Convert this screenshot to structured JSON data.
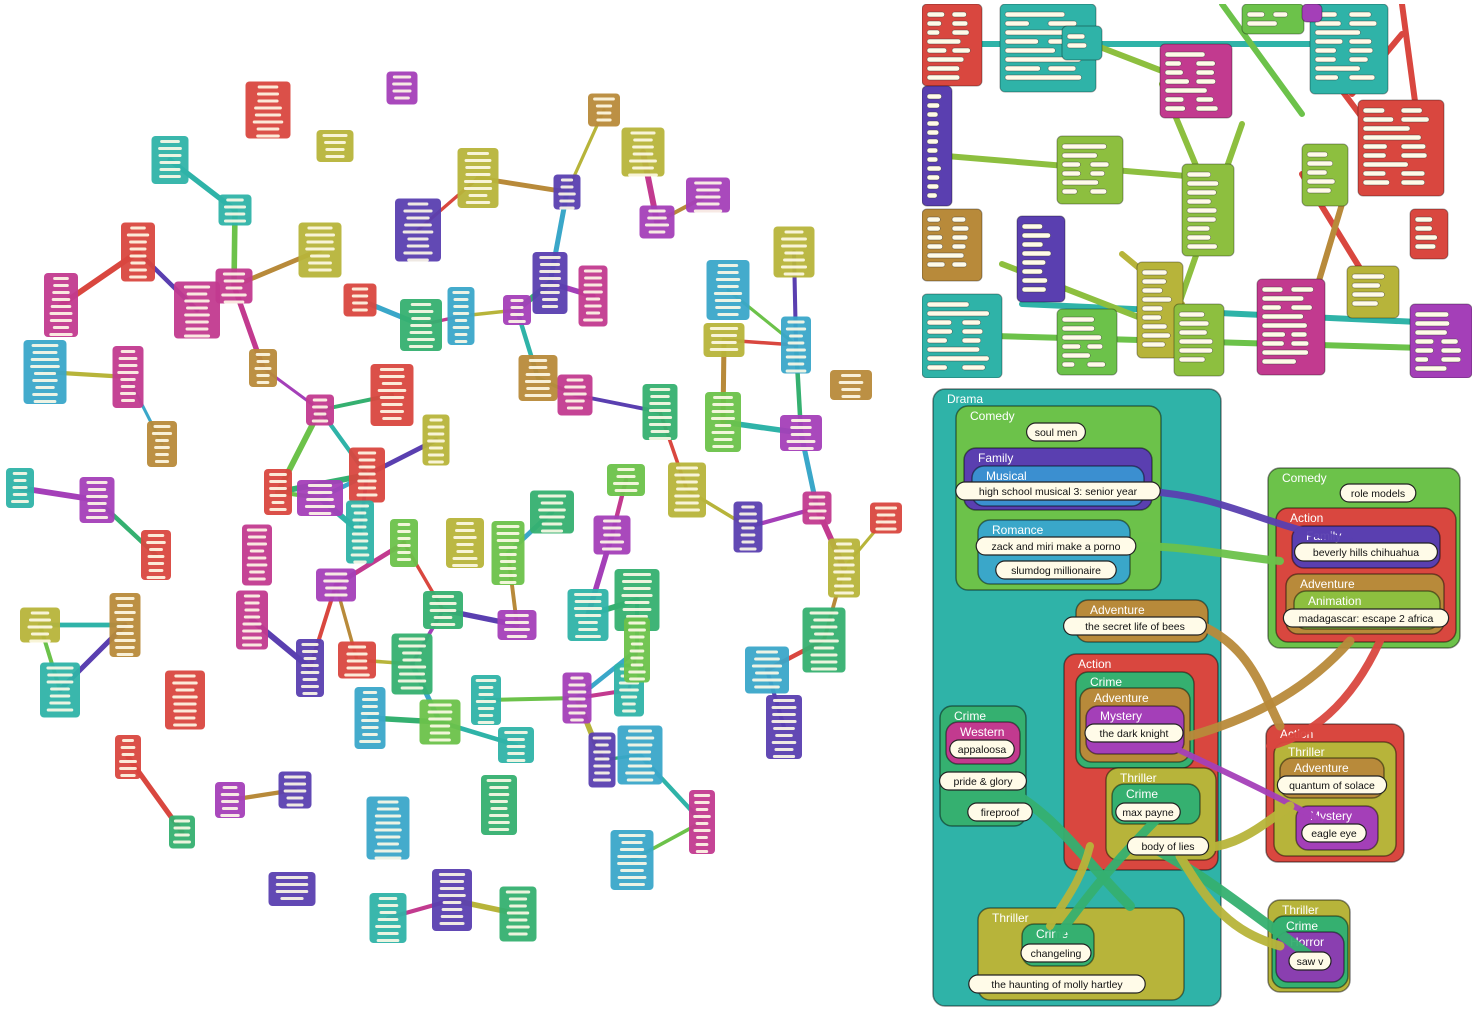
{
  "colors": {
    "drama": "#2fb3a8",
    "comedy": "#6cc24a",
    "family": "#5a3fb0",
    "musical": "#3b8fd0",
    "romance": "#3aa7c9",
    "action": "#d9473f",
    "adventure": "#b88a3a",
    "animation": "#8dbf3f",
    "crime": "#35b070",
    "western": "#c23a8f",
    "mystery": "#a43fb8",
    "thriller": "#b7b43a",
    "horror": "#8a3fb0",
    "label_fill": "#fffbe8"
  },
  "detail": {
    "groups": {
      "drama": "Drama",
      "comedy_left": "Comedy",
      "family_left": "Family",
      "musical": "Musical",
      "romance": "Romance",
      "comedy_right": "Comedy",
      "action_right": "Action",
      "family_right": "Family",
      "adventure_right": "Adventure",
      "animation": "Animation",
      "adventure_bees": "Adventure",
      "action_center": "Action",
      "crime_center": "Crime",
      "adventure_center": "Adventure",
      "mystery_center": "Mystery",
      "thriller_center": "Thriller",
      "crime_center2": "Crime",
      "crime_left": "Crime",
      "western": "Western",
      "action_right2": "Action",
      "thriller_right": "Thriller",
      "adventure_right2": "Adventure",
      "mystery_right": "Mystery",
      "thriller_bottom": "Thriller",
      "crime_bottom": "Crime",
      "thriller_br": "Thriller",
      "crime_br": "Crime",
      "horror": "Horror"
    },
    "movies": {
      "soul_men": "soul men",
      "hsm3": "high school musical 3: senior year",
      "zack_miri": "zack and miri make a porno",
      "slumdog": "slumdog millionaire",
      "role_models": "role models",
      "beverly": "beverly hills chihuahua",
      "madagascar": "madagascar: escape 2 africa",
      "bees": "the secret life of bees",
      "dark_knight": "the dark knight",
      "max_payne": "max payne",
      "body_of_lies": "body of lies",
      "appaloosa": "appaloosa",
      "pride_glory": "pride & glory",
      "fireproof": "fireproof",
      "quantum": "quantum of solace",
      "eagle_eye": "eagle eye",
      "changeling": "changeling",
      "molly_hartley": "the haunting of molly hartley",
      "saw_v": "saw v"
    }
  }
}
